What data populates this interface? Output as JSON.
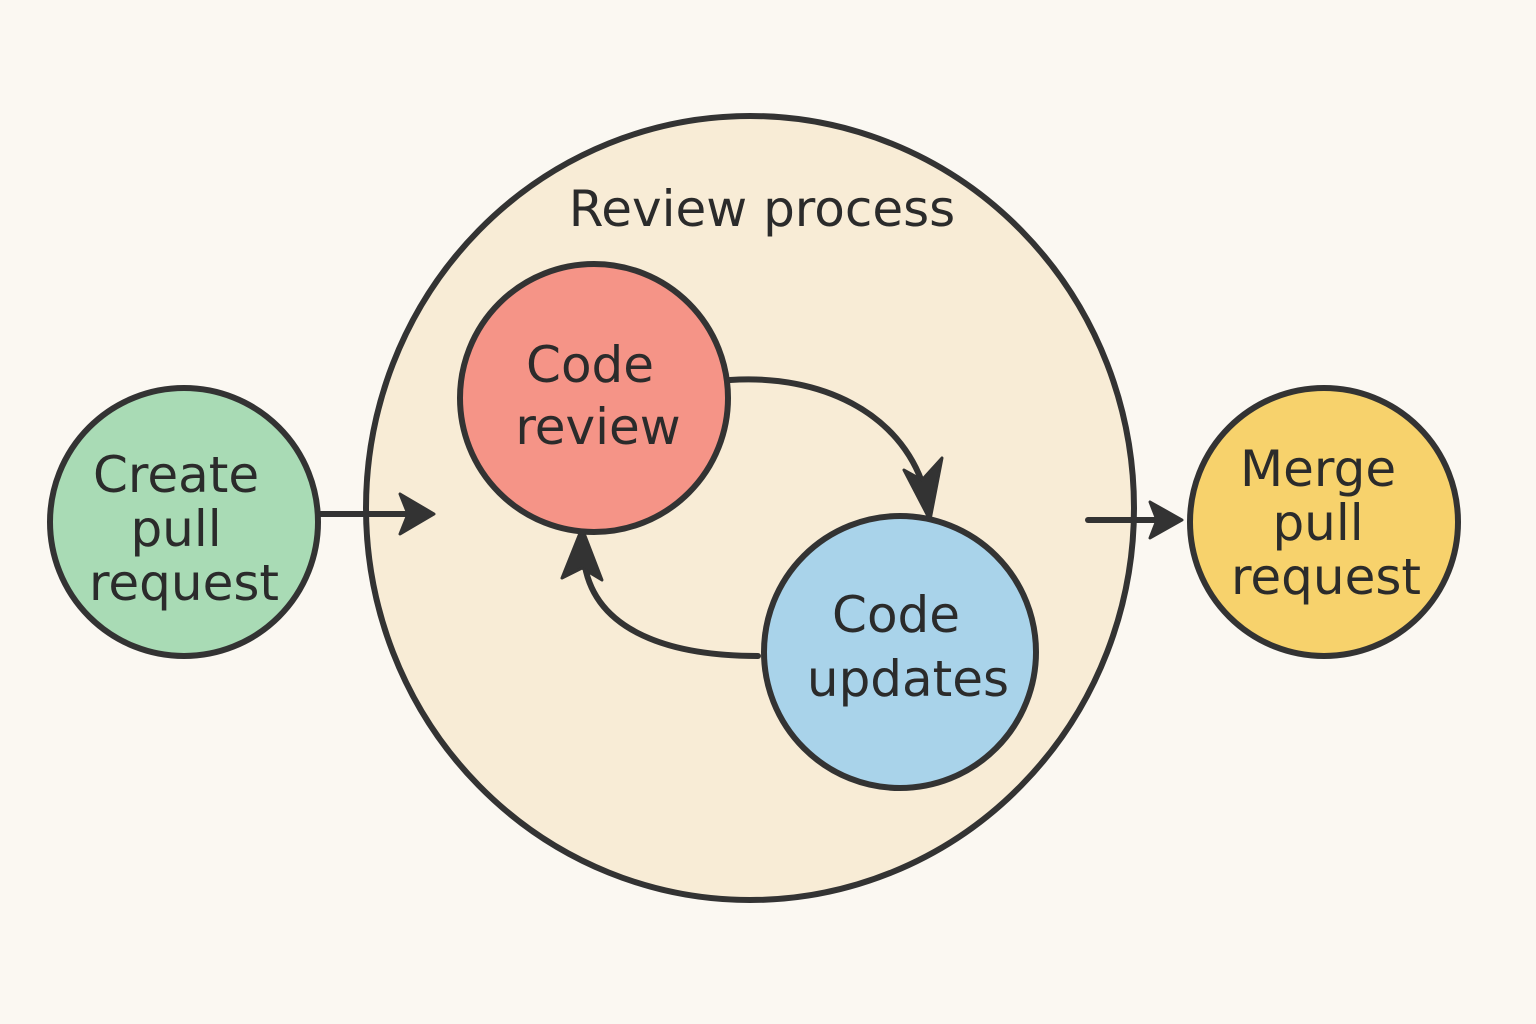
{
  "diagram": {
    "container": {
      "title": "Review process",
      "fill": "#f8ecd6"
    },
    "nodes": {
      "create": {
        "lines": [
          "Create",
          "pull",
          "request"
        ],
        "fill": "#a9dbb5"
      },
      "code_review": {
        "lines": [
          "Code",
          "review"
        ],
        "fill": "#f59487"
      },
      "code_updates": {
        "lines": [
          "Code",
          "updates"
        ],
        "fill": "#a9d3ea"
      },
      "merge": {
        "lines": [
          "Merge",
          "pull",
          "request"
        ],
        "fill": "#f7d26c"
      }
    },
    "edges": [
      {
        "from": "Create pull request",
        "to": "Review process"
      },
      {
        "from": "Code review",
        "to": "Code updates"
      },
      {
        "from": "Code updates",
        "to": "Code review"
      },
      {
        "from": "Review process",
        "to": "Merge pull request"
      }
    ],
    "colors": {
      "background": "#fbf8f2",
      "stroke": "#333333"
    }
  }
}
